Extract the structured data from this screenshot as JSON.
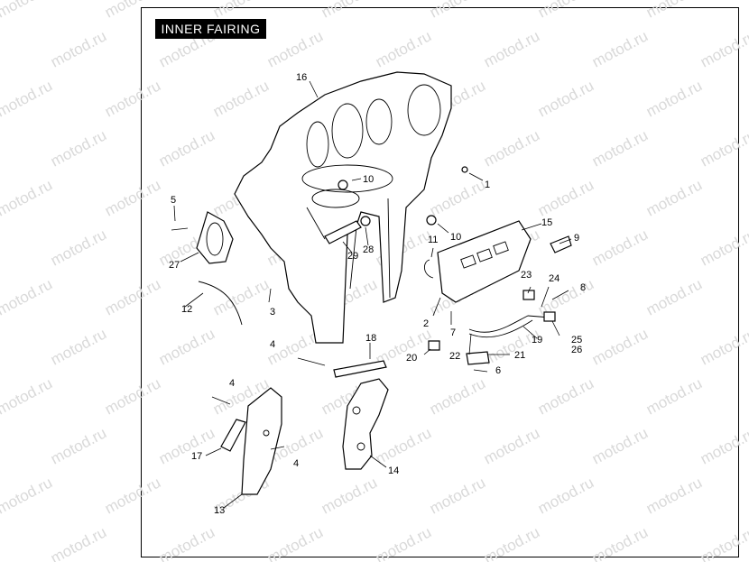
{
  "title": "INNER FAIRING",
  "watermark": "motod.ru",
  "callouts": [
    "1",
    "2",
    "3",
    "4",
    "4",
    "4",
    "5",
    "6",
    "7",
    "8",
    "9",
    "10",
    "10",
    "11",
    "12",
    "13",
    "14",
    "15",
    "16",
    "17",
    "18",
    "19",
    "20",
    "21",
    "22",
    "23",
    "24",
    "25",
    "26",
    "27",
    "28",
    "29"
  ]
}
